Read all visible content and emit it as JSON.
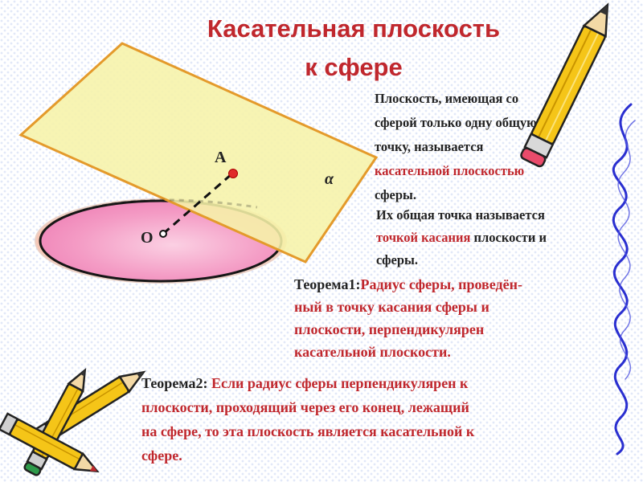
{
  "title": {
    "line1": "Касательная плоскость",
    "line2": "к сфере"
  },
  "definition": {
    "line1": "Плоскость, имеющая со",
    "line2": "сферой только одну общую",
    "line3": "точку, называется",
    "line4_red": "касательной плоскостью",
    "line5": "сферы."
  },
  "touch_point": {
    "line1": "Их общая точка называется",
    "line2_red": "точкой касания",
    "line2_rest": " плоскости и",
    "line3": "сферы."
  },
  "theorem1": {
    "label": "Теорема1:",
    "line1": "Радиус сферы, проведён-",
    "line2": "ный в точку касания сферы и",
    "line3": "плоскости, перпендикулярен",
    "line4": "касательной плоскости."
  },
  "theorem2": {
    "label": "Теорема2: ",
    "line1": "Если радиус сферы перпендикулярен к",
    "line2": "плоскости, проходящий через его конец, лежащий",
    "line3": "на сфере, то эта плоскость является касательной к",
    "line4": "сфере."
  },
  "figure": {
    "point_a": "А",
    "point_o": "О",
    "plane_label": "α"
  },
  "colors": {
    "accent_red": "#c0272d",
    "plane_fill": "#f6f2a9",
    "plane_edge": "#e49a2b",
    "disk_fill": "#f7a0c8",
    "disk_edge": "#161616",
    "pencil_yellow": "#f5c518"
  },
  "icons": [
    "pencil-icon",
    "pencils-icon"
  ]
}
